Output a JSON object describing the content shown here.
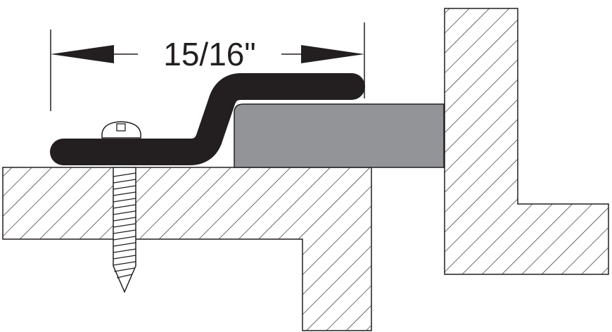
{
  "dimension": {
    "label": "15/16\""
  },
  "colors": {
    "line": "#231f20",
    "clip": "#231f20",
    "spacer": "#929497",
    "background": "#ffffff"
  },
  "parts": {
    "icon_names": [
      "hatched-wood-base",
      "hatched-wood-wall",
      "gray-spacer-block",
      "black-z-clip",
      "screw"
    ]
  }
}
